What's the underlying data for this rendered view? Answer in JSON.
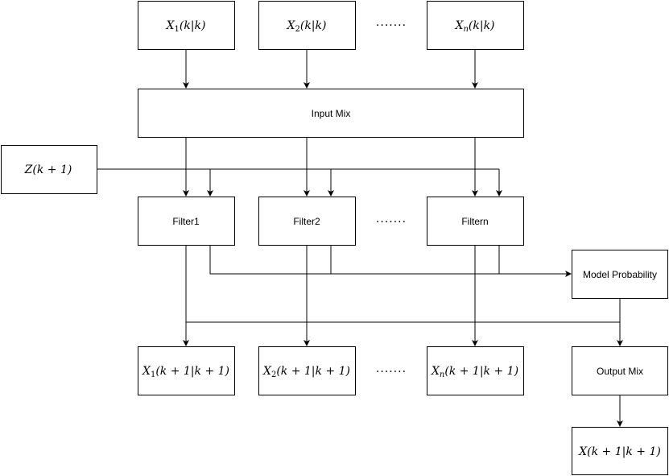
{
  "top_states": [
    {
      "base": "X",
      "sub": "1",
      "arg": "(k|k)"
    },
    {
      "base": "X",
      "sub": "2",
      "arg": "(k|k)"
    },
    {
      "base": "X",
      "sub": "n",
      "arg": "(k|k)"
    }
  ],
  "ellipsis": ".......",
  "input_mix": "Input Mix",
  "measurement": {
    "base": "Z",
    "arg": "(k + 1)"
  },
  "filters": [
    "Filter1",
    "Filter2",
    "Filtern"
  ],
  "model_probability": "Model Probability",
  "output_states": [
    {
      "base": "X",
      "sub": "1",
      "arg": "(k + 1|k + 1)"
    },
    {
      "base": "X",
      "sub": "2",
      "arg": "(k + 1|k + 1)"
    },
    {
      "base": "X",
      "sub": "n",
      "arg": "(k + 1|k + 1)"
    }
  ],
  "output_mix": "Output Mix",
  "final_state": {
    "base": "X",
    "arg": "(k + 1|k + 1)"
  }
}
